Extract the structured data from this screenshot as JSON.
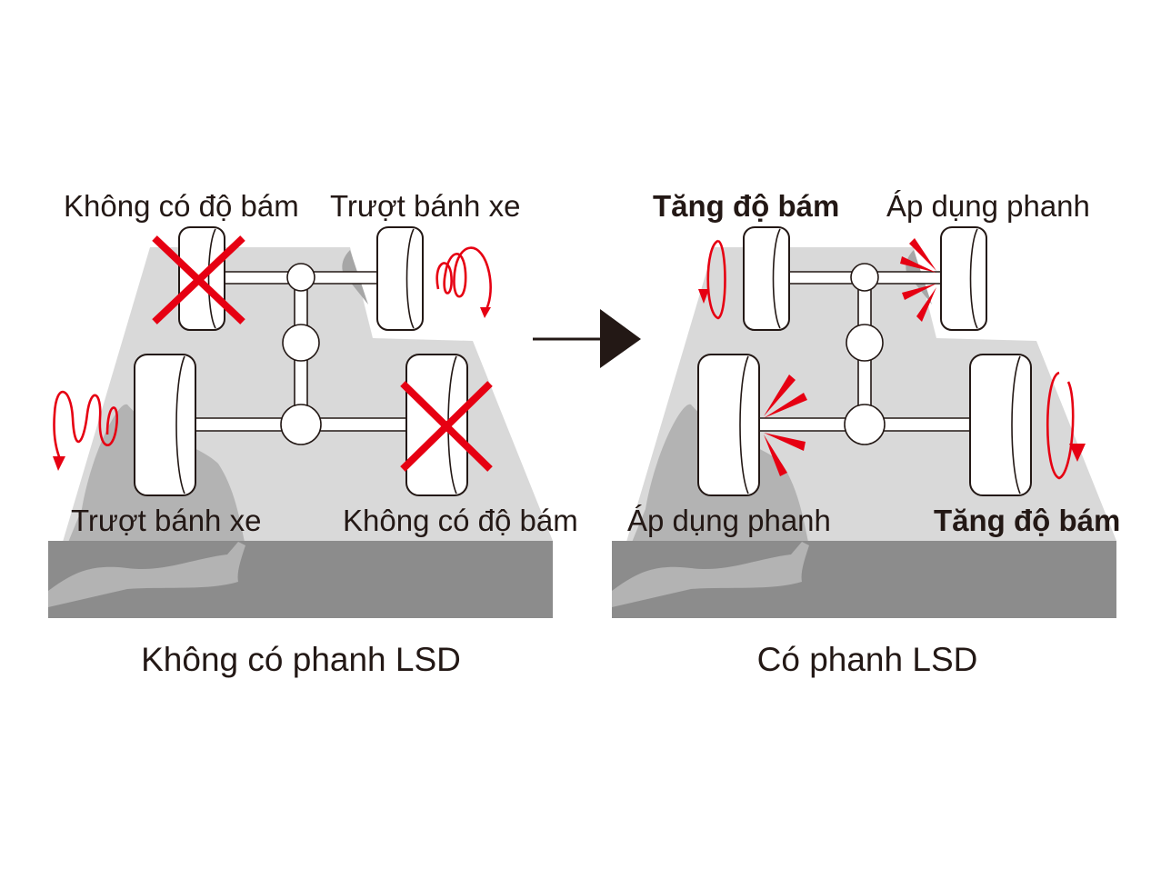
{
  "colors": {
    "accent_red": "#e60012",
    "ground_light": "#d9d9d9",
    "ground_mid": "#b3b3b3",
    "ground_dark": "#8c8c8c",
    "ink": "#231815"
  },
  "left_panel": {
    "caption": "Không có phanh LSD",
    "label_top_left": "Không có độ bám",
    "label_top_right": "Trượt bánh xe",
    "label_bottom_left": "Trượt bánh xe",
    "label_bottom_right": "Không có độ bám"
  },
  "right_panel": {
    "caption": "Có phanh LSD",
    "label_top_left": "Tăng độ bám",
    "label_top_right": "Áp dụng phanh",
    "label_bottom_left": "Áp dụng phanh",
    "label_bottom_right": "Tăng độ bám"
  },
  "icons": [
    "no-traction-x-icon",
    "wheel-spin-spiral-icon",
    "rotation-arrow-icon",
    "brake-burst-icon",
    "transition-arrow-icon"
  ]
}
